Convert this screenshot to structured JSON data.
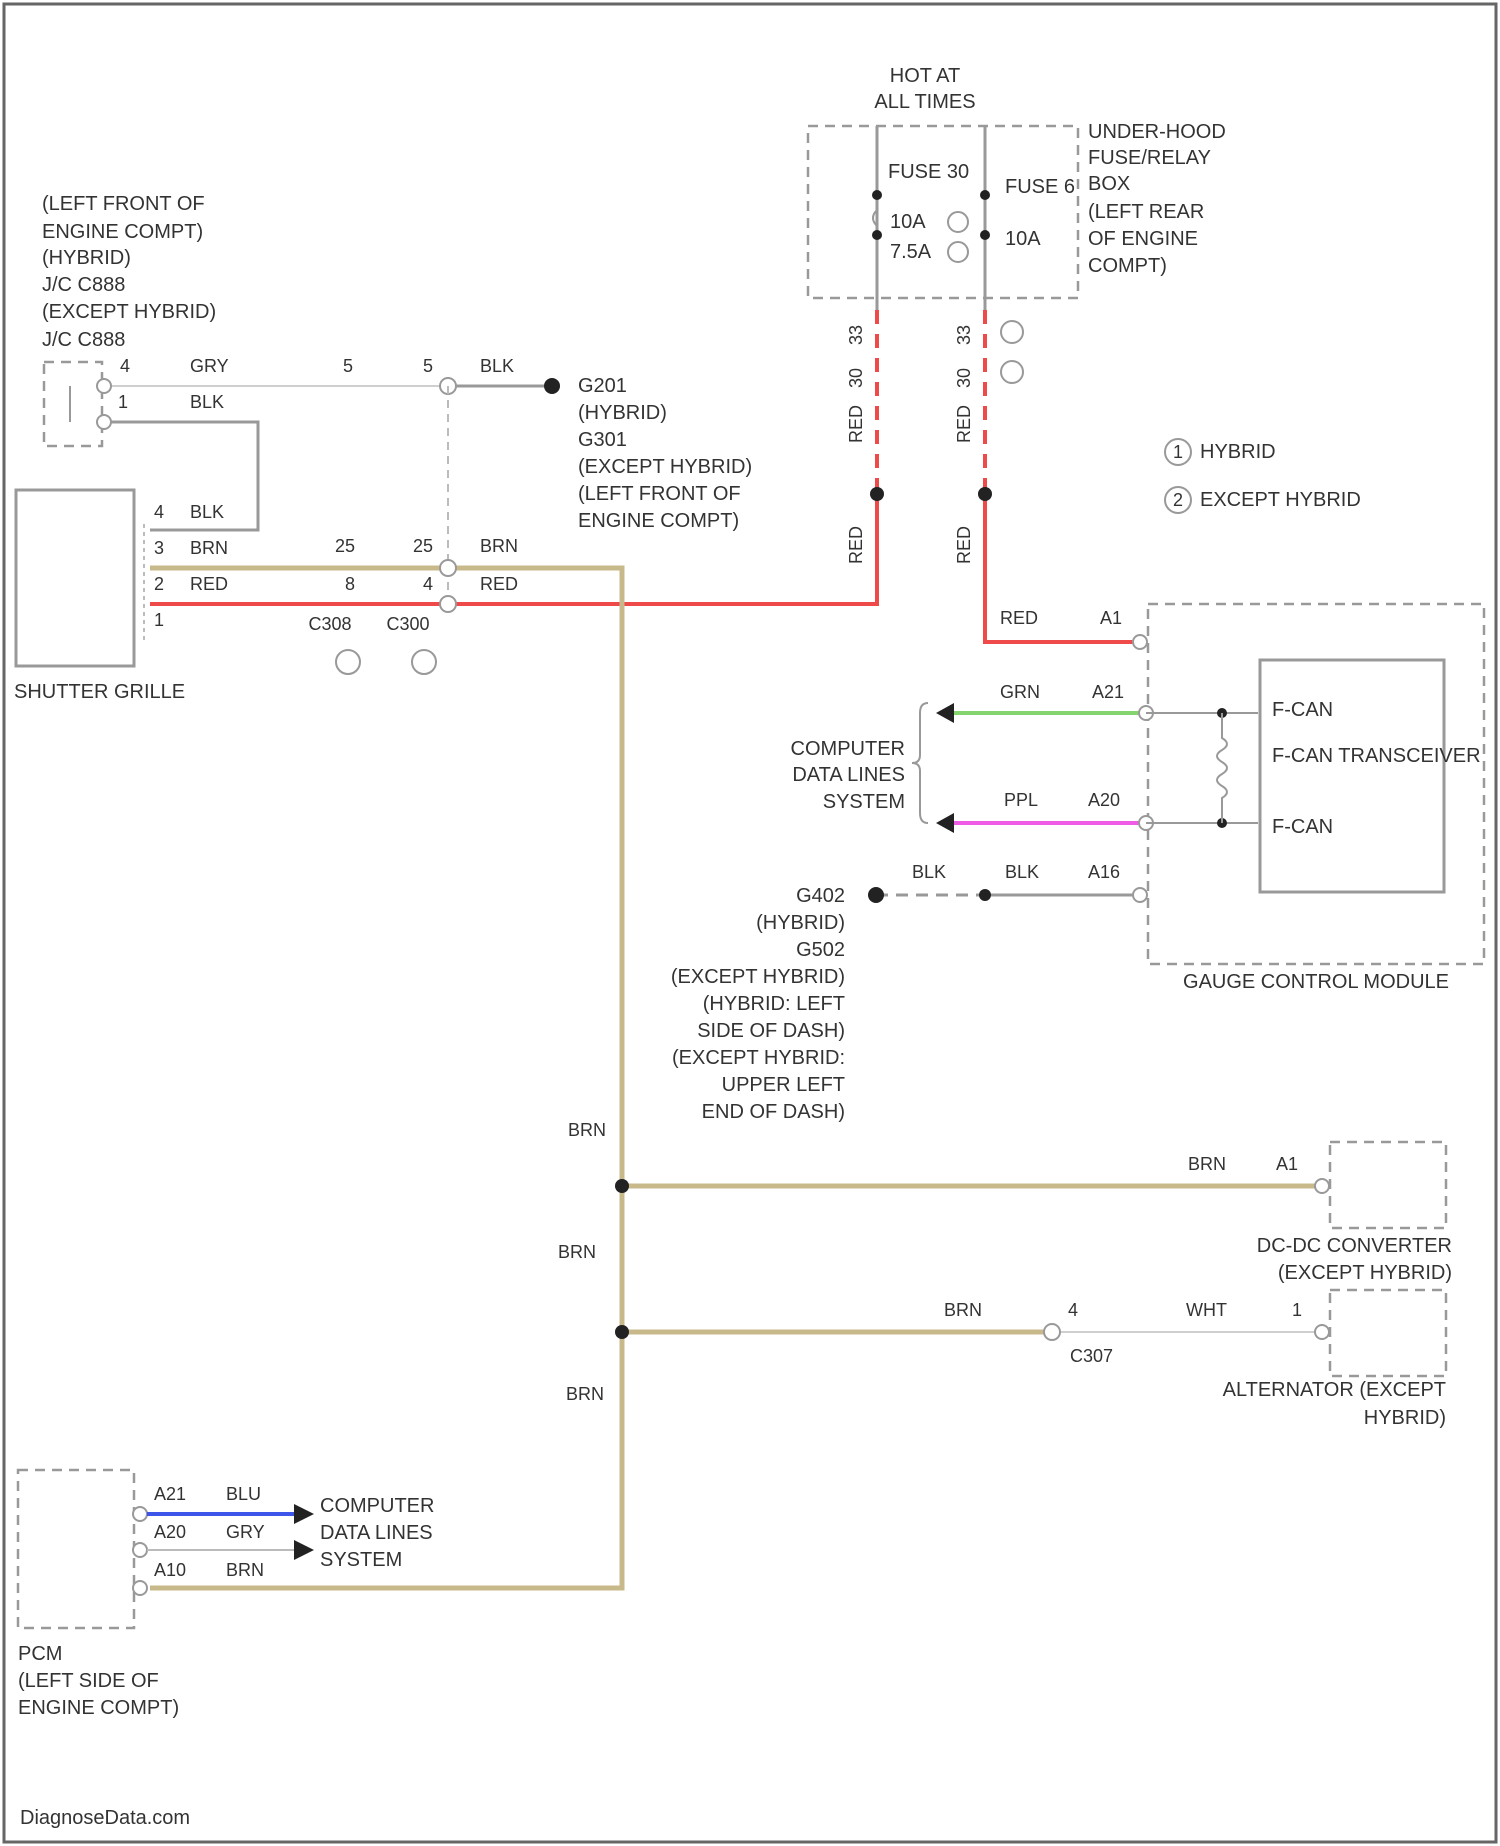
{
  "diagram": {
    "hot_at_all_times": [
      "HOT AT",
      "ALL TIMES"
    ],
    "underhood_fuse_box": [
      "UNDER-HOOD",
      "FUSE/RELAY",
      "BOX",
      "(LEFT REAR",
      "OF ENGINE",
      "COMPT)"
    ],
    "fuse_left": {
      "name": "FUSE 30",
      "ratings": [
        "10A",
        "7.5A"
      ]
    },
    "fuse_right": {
      "name": "FUSE 6",
      "rating": "10A"
    },
    "fuse_left_wire": {
      "pin1": "33",
      "pin2": "30",
      "color": "RED"
    },
    "fuse_right_wire": {
      "pin1": "33",
      "pin2": "30",
      "color": "RED"
    },
    "legend": {
      "hybrid": "HYBRID",
      "except_hybrid": "EXCEPT HYBRID",
      "marker_hybrid": "1",
      "marker_except": "2"
    },
    "jc_label": [
      "(LEFT FRONT OF",
      "ENGINE COMPT)",
      "(HYBRID)",
      "J/C C888",
      "(EXCEPT HYBRID)",
      "J/C C888"
    ],
    "jc_pins": {
      "p4": "4",
      "p1": "1",
      "gry": "GRY",
      "blk": "BLK",
      "pin5a": "5",
      "pin5b": "5",
      "blk2": "BLK"
    },
    "ground_g201": [
      "G201",
      "(HYBRID)",
      "G301",
      "(EXCEPT HYBRID)",
      "(LEFT FRONT OF",
      "ENGINE COMPT)"
    ],
    "shutter_grille": {
      "label": "SHUTTER GRILLE",
      "pins": [
        {
          "pin": "4",
          "color": "BLK"
        },
        {
          "pin": "3",
          "color": "BRN"
        },
        {
          "pin": "2",
          "color": "RED"
        },
        {
          "pin": "1",
          "color": ""
        }
      ]
    },
    "inline": {
      "brn_left": "25",
      "brn_right": "25",
      "brn_color": "BRN",
      "red_left": "8",
      "red_right": "4",
      "red_color": "RED",
      "c_left": "C308",
      "c_right": "C300"
    },
    "gauge": {
      "label": "GAUGE CONTROL MODULE",
      "red_color": "RED",
      "red_pin": "A1",
      "grn_color": "GRN",
      "grn_pin": "A21",
      "ppl_color": "PPL",
      "ppl_pin": "A20",
      "blk_color_left": "BLK",
      "blk_color_right": "BLK",
      "blk_pin": "A16",
      "fcan_top": "F-CAN",
      "transceiver": "F-CAN TRANSCEIVER",
      "fcan_bottom": "F-CAN"
    },
    "cdl_right": [
      "COMPUTER",
      "DATA LINES",
      "SYSTEM"
    ],
    "ground_g402": [
      "G402",
      "(HYBRID)",
      "G502",
      "(EXCEPT HYBRID)",
      "(HYBRID: LEFT",
      "SIDE OF DASH)",
      "(EXCEPT HYBRID:",
      "UPPER LEFT",
      "END OF DASH)"
    ],
    "brn_vertical_labels": [
      "BRN",
      "BRN",
      "BRN"
    ],
    "dcdc": {
      "wire_color": "BRN",
      "pin": "A1",
      "label": [
        "DC-DC CONVERTER",
        "(EXCEPT HYBRID)"
      ]
    },
    "alternator": {
      "brn": "BRN",
      "pin_left": "4",
      "conn": "C307",
      "wht": "WHT",
      "pin_right": "1",
      "label": [
        "ALTERNATOR (EXCEPT",
        "HYBRID)"
      ]
    },
    "pcm": {
      "label": [
        "PCM",
        "(LEFT SIDE OF",
        "ENGINE COMPT)"
      ],
      "pins": [
        {
          "pin": "A21",
          "color": "BLU"
        },
        {
          "pin": "A20",
          "color": "GRY"
        },
        {
          "pin": "A10",
          "color": "BRN"
        }
      ],
      "cdl": [
        "COMPUTER",
        "DATA LINES",
        "SYSTEM"
      ]
    },
    "watermark": "DiagnoseData.com",
    "colors": {
      "brn": "#c8b98a",
      "red": "#ee4a4a",
      "grn": "#86d46f",
      "ppl": "#f05be6",
      "blu": "#3d55e8",
      "gry": "#999999"
    }
  }
}
